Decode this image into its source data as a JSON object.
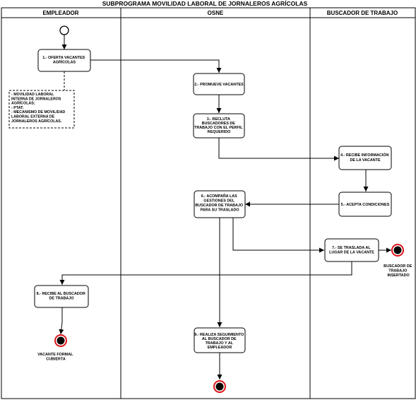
{
  "title": "SUBPROGRAMA MOVILIDAD LABORAL DE JORNALEROS AGRÍCOLAS",
  "lanes": {
    "empleador": "EMPLEADOR",
    "osne": "OSNE",
    "buscador": "BUSCADOR DE TRABAJO"
  },
  "activities": {
    "a1": [
      "1.- OFERTA VACANTES",
      "AGRÍCOLAS"
    ],
    "a2": [
      "2.- PROMUEVE VACANTES"
    ],
    "a3": [
      "3.- RECLUTA",
      "BUSCADORES DE",
      "TRABAJO CON EL PERFIL",
      "REQUERIDO"
    ],
    "a4": [
      "4.- RECIBE INFORMACIÓN",
      "DE LA VACANTE"
    ],
    "a5": [
      "5.- ACEPTA CONDICIONES"
    ],
    "a6": [
      "6.- ACOMPAÑA LAS",
      "GESTIONES DEL",
      "BUSCADOR DE TRABAJO",
      "PARA SU TRASLADO"
    ],
    "a7": [
      "7.- SE TRASLADA AL",
      "LUGAR DE LA VACANTE"
    ],
    "a8": [
      "8.- RECIBE AL BUSCADOR",
      "DE TRABAJO"
    ],
    "a9": [
      "9.- REALIZA SEGUIMIENTO",
      "AL  BUSCADOR DE",
      "TRABAJO Y AL",
      "EMPLEADOR"
    ]
  },
  "note": [
    "- MOVILIDAD LABORAL",
    "INTERNA DE JORNALEROS",
    "AGRÍCOLAS;",
    "- PTAT;",
    "- MECANISMO DE MOVILIDAD",
    "LABORAL EXTERNA DE",
    "JORNALEROS AGRÍCOLAS."
  ],
  "end_labels": {
    "buscador": [
      "BUSCADOR DE",
      "TRABAJO",
      "INSERTADO"
    ],
    "empleador": [
      "VACANTE FORMAL",
      "CUBIERTA"
    ]
  }
}
